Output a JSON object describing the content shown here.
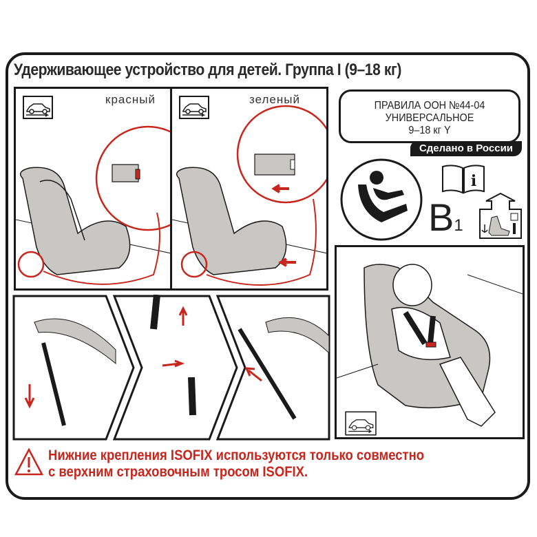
{
  "title": "Удерживающее устройство для детей. Группа I (9–18 кг)",
  "panels": {
    "step1": {
      "caption": "красный",
      "indicator_color": "#d12a22"
    },
    "step2": {
      "caption": "зеленый"
    }
  },
  "certification": {
    "line1": "ПРАВИЛА  ООН №44-04",
    "line2": "УНИВЕРСАЛЬНОЕ",
    "line3": "9–18 кг Y",
    "made_in": "Сделано в России"
  },
  "category": {
    "letter": "B",
    "sub": "1"
  },
  "icons": [
    "car-direction-icon",
    "child-seat-pictogram-icon",
    "manual-info-icon",
    "isofix-house-icon",
    "warning-triangle-icon"
  ],
  "warning": {
    "line1": "Нижние крепления ISOFIX используются только совместно",
    "line2": "с верхним страховочным тросом ISOFIX."
  },
  "colors": {
    "accent_red": "#c8261d",
    "ink": "#1a1a1a",
    "seat_gray": "#c9c7c4"
  }
}
